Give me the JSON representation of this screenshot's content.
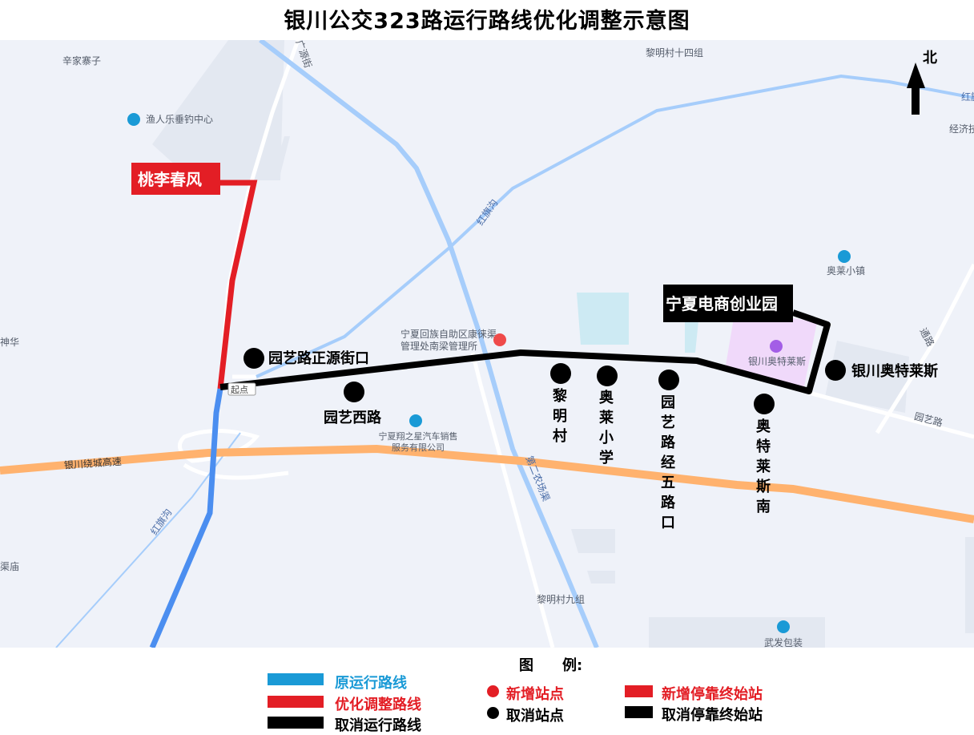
{
  "title": "银川公交323路运行路线优化调整示意图",
  "compass": {
    "label": "北"
  },
  "terminals": {
    "new": "桃李春风",
    "cancelled": "宁夏电商创业园"
  },
  "cancelled_stops": [
    {
      "name": "园艺路正源街口"
    },
    {
      "name": "园艺西路"
    },
    {
      "name": "黎明村"
    },
    {
      "name": "奥莱小学"
    },
    {
      "name": "园艺路经五路口"
    },
    {
      "name": "奥特莱斯南"
    },
    {
      "name": "银川奥特莱斯"
    }
  ],
  "start_marker": "起点",
  "map_labels": {
    "xinjiazhaizi": "辛家寨子",
    "yurenle": "渔人乐垂钓中心",
    "guangyuanjie": "广源街",
    "limingcun14": "黎明村十四组",
    "hongqigou_top": "红旗沟",
    "hongqigou_mid": "红旗沟",
    "hongqigou_bottom": "红旗沟",
    "jingji": "经济技",
    "aolaixiaozhen": "奥莱小镇",
    "shenhua": "神华",
    "kangxi": "宁夏回族自助区康徕渠管理处南梁管理所",
    "xiangzhixing": "宁夏翔之星汽车销售服务有限公司",
    "outlets_poi": "银川奥特莱斯",
    "tonglu": "通路",
    "yuanyilu": "园艺路",
    "ringroad": "银川绕城高速",
    "diernongchang": "第二农场渠",
    "qumiao": "渠庙",
    "limingcun9": "黎明村九组",
    "wufa": "武发包装"
  },
  "legend": {
    "title": "图　　例:",
    "items": [
      {
        "label": "原运行路线",
        "color": "#1a9ad6"
      },
      {
        "label": "优化调整路线",
        "color": "#e31e25"
      },
      {
        "label": "取消运行路线",
        "color": "#000000"
      },
      {
        "label": "新增站点",
        "color": "#e31e25"
      },
      {
        "label": "取消站点",
        "color": "#000000"
      },
      {
        "label": "新增停靠终始站",
        "color": "#e31e25"
      },
      {
        "label": "取消停靠终始站",
        "color": "#000000"
      }
    ]
  },
  "colors": {
    "map_bg": "#eff2f9",
    "canal": "#a6cdfb",
    "highway": "#ffb26e",
    "original_route": "#4b8ef0",
    "new_route": "#e31e25",
    "cancelled_route": "#000000"
  }
}
